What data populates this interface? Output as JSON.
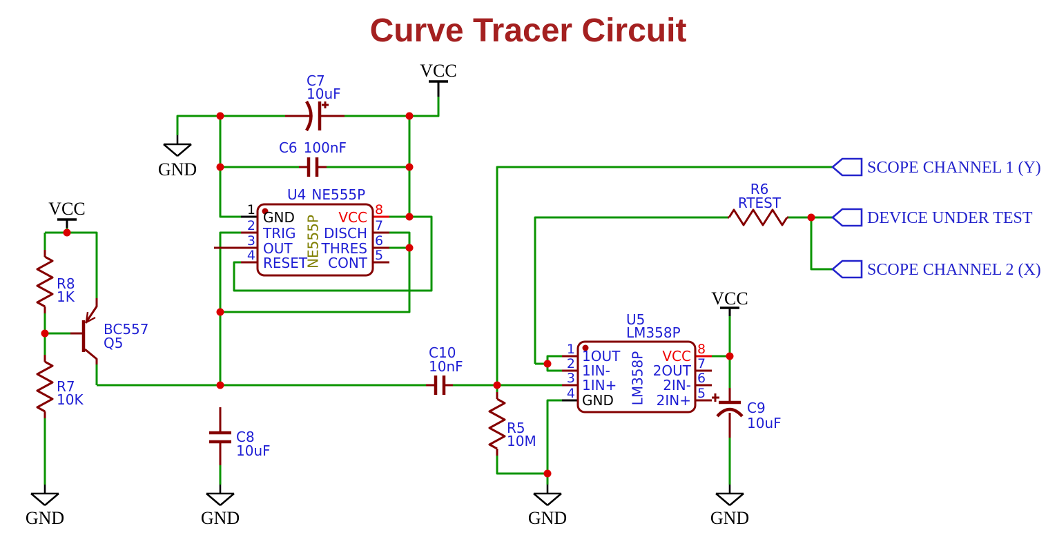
{
  "title": "Curve Tracer Circuit",
  "colors": {
    "title": "#a42020",
    "wire_green": "#0a9400",
    "component_dark_red": "#840000",
    "junction_red": "#da0000",
    "label_blue": "#1f1fd4",
    "power_pin_red": "#ee0000",
    "u4_center_olive": "#7f7f00",
    "connector_blue": "#2323cc"
  },
  "power": {
    "vcc": "VCC",
    "gnd": "GND"
  },
  "ics": {
    "u4": {
      "ref": "U4",
      "part": "NE555P",
      "center": "NE555P",
      "left_pins": [
        {
          "num": "1",
          "name": "GND"
        },
        {
          "num": "2",
          "name": "TRIG"
        },
        {
          "num": "3",
          "name": "OUT"
        },
        {
          "num": "4",
          "name": "RESET"
        }
      ],
      "right_pins": [
        {
          "num": "8",
          "name": "VCC"
        },
        {
          "num": "7",
          "name": "DISCH"
        },
        {
          "num": "6",
          "name": "THRES"
        },
        {
          "num": "5",
          "name": "CONT"
        }
      ]
    },
    "u5": {
      "ref": "U5",
      "part": "LM358P",
      "center": "LM358P",
      "left_pins": [
        {
          "num": "1",
          "name": "1OUT"
        },
        {
          "num": "2",
          "name": "1IN-"
        },
        {
          "num": "3",
          "name": "1IN+"
        },
        {
          "num": "4",
          "name": "GND"
        }
      ],
      "right_pins": [
        {
          "num": "8",
          "name": "VCC"
        },
        {
          "num": "7",
          "name": "2OUT"
        },
        {
          "num": "6",
          "name": "2IN-"
        },
        {
          "num": "5",
          "name": "2IN+"
        }
      ]
    }
  },
  "resistors": {
    "r8": {
      "ref": "R8",
      "value": "1K"
    },
    "r7": {
      "ref": "R7",
      "value": "10K"
    },
    "r5": {
      "ref": "R5",
      "value": "10M"
    },
    "r6": {
      "ref": "R6",
      "value": "RTEST"
    }
  },
  "capacitors": {
    "c7": {
      "ref": "C7",
      "value": "10uF"
    },
    "c6": {
      "ref": "C6",
      "value": "100nF"
    },
    "c8": {
      "ref": "C8",
      "value": "10uF"
    },
    "c9": {
      "ref": "C9",
      "value": "10uF"
    },
    "c10": {
      "ref": "C10",
      "value": "10nF"
    }
  },
  "transistor": {
    "ref": "Q5",
    "part": "BC557"
  },
  "connectors": [
    {
      "label": "SCOPE CHANNEL 1 (Y)"
    },
    {
      "label": "DEVICE UNDER TEST"
    },
    {
      "label": "SCOPE CHANNEL 2 (X)"
    }
  ]
}
